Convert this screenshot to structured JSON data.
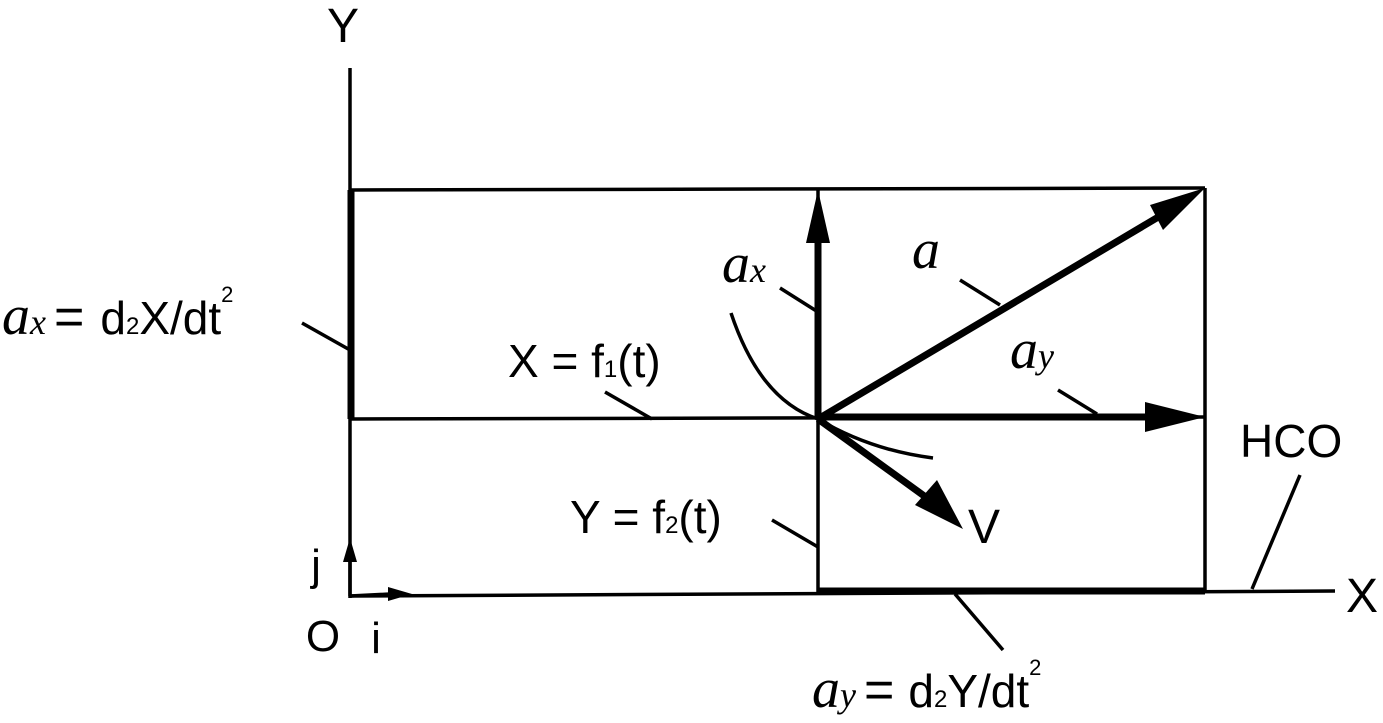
{
  "axes": {
    "y_label": "Y",
    "x_label": "X",
    "origin_label": "O",
    "unit_i": "i",
    "unit_j": "j"
  },
  "labels": {
    "ax_left": {
      "symbol_main": "a",
      "symbol_sub": "x",
      "equals": "=",
      "rhs_d": "d",
      "rhs_d_sub": "2",
      "rhs_var": "X/dt",
      "rhs_sup": "2"
    },
    "ay_bottom": {
      "symbol_main": "a",
      "symbol_sub": "y",
      "equals": "=",
      "rhs_d": "d",
      "rhs_d_sub": "2",
      "rhs_var": "Y/dt",
      "rhs_sup": "2"
    },
    "x_eq": {
      "main": "X = f",
      "sub": "1",
      "tail": "(t)"
    },
    "y_eq": {
      "main": "Y = f",
      "sub": "2",
      "tail": "(t)"
    },
    "ax_vec": {
      "main": "a",
      "sub": "x"
    },
    "ay_vec": {
      "main": "a",
      "sub": "y"
    },
    "a_vec": "a",
    "v_vec": "V",
    "hco": "HCO"
  }
}
